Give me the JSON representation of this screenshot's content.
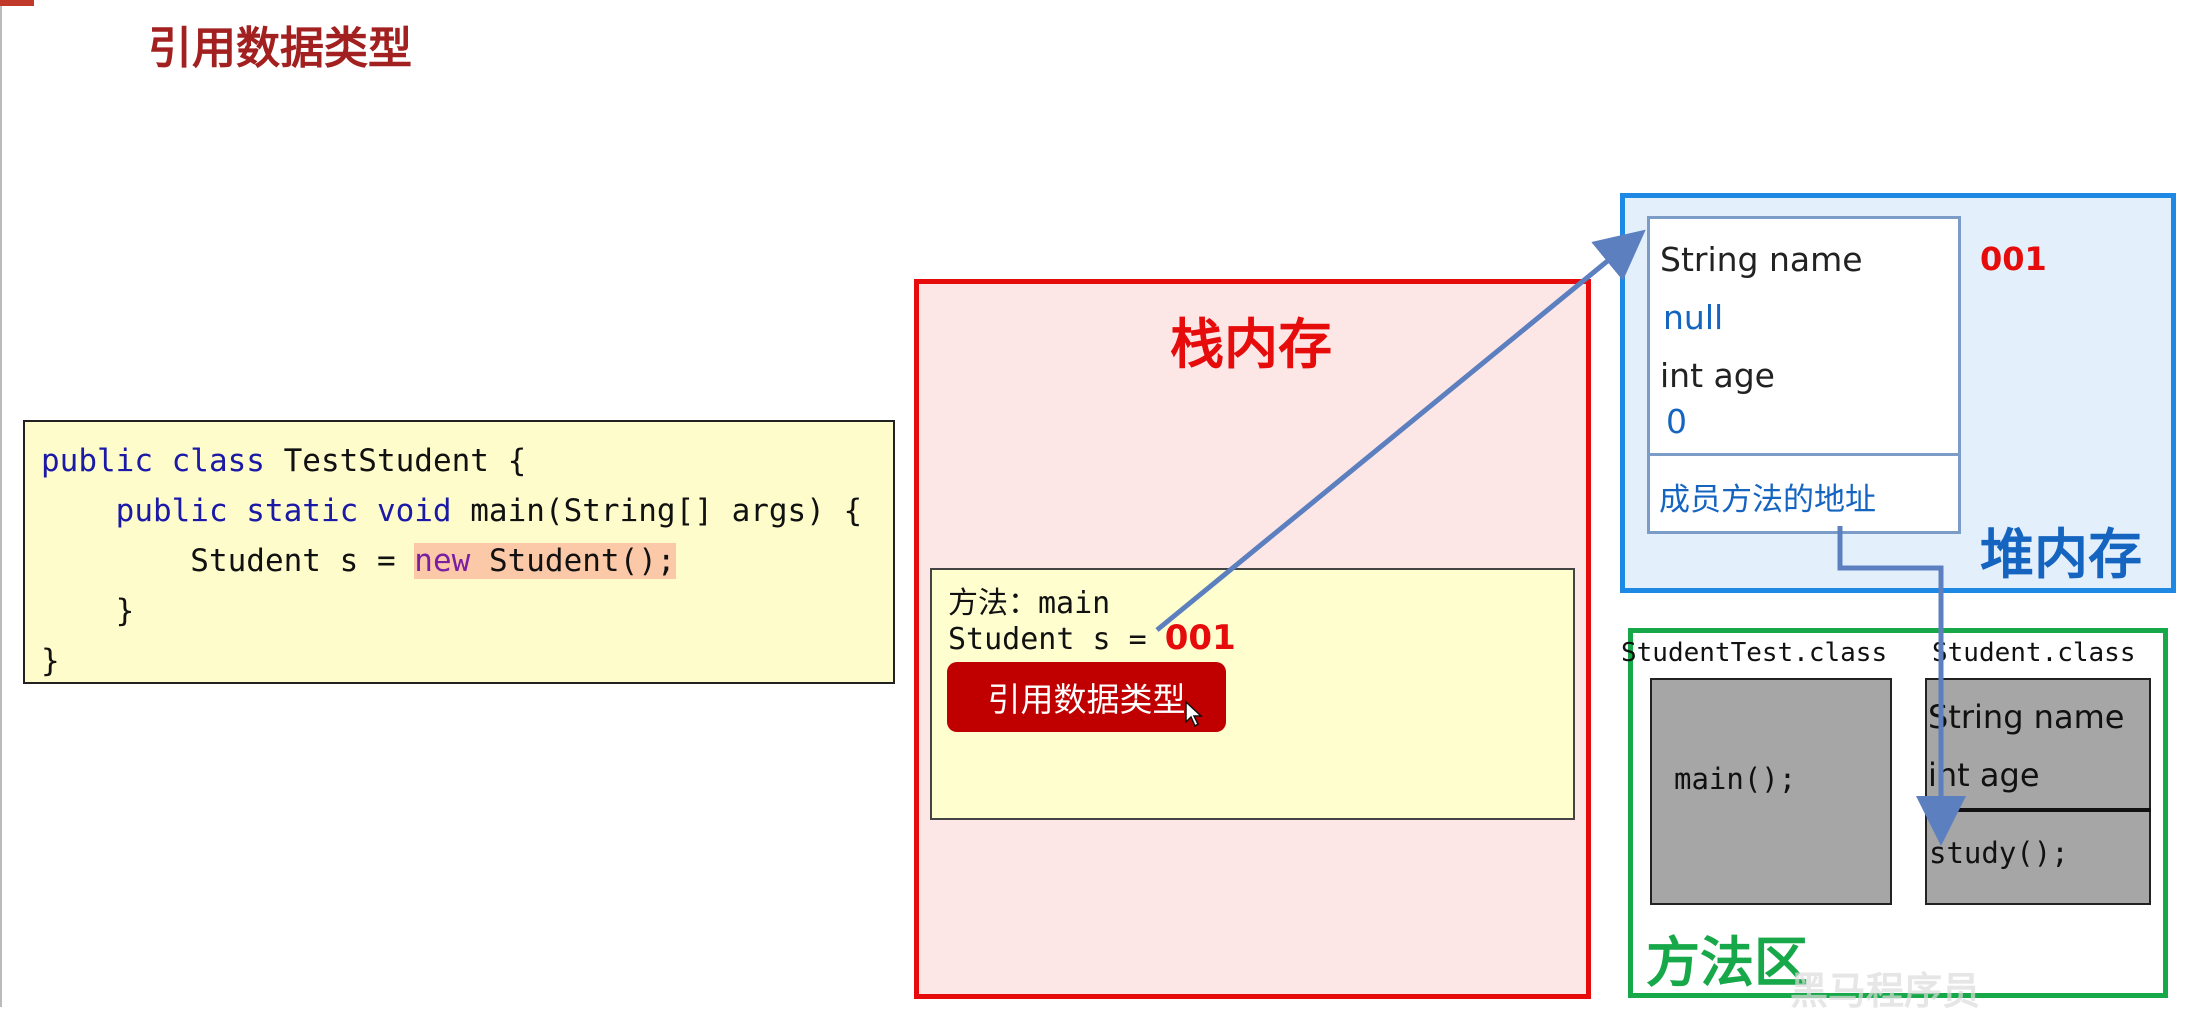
{
  "title": "引用数据类型",
  "code": {
    "lines": [
      {
        "pre": "",
        "kw": "public class",
        "post": " TestStudent {"
      },
      {
        "pre": "    ",
        "kw": "public static void",
        "post": " main(String[] args) {"
      },
      {
        "pre": "        Student s = ",
        "hl_kw": "new",
        "hl_rest": " Student();"
      },
      {
        "pre": "    }"
      },
      {
        "pre": "}"
      }
    ]
  },
  "stack": {
    "title": "栈内存",
    "frame": {
      "method_line": "方法：main",
      "var_line": "Student s = ",
      "var_value": "001",
      "badge": "引用数据类型"
    }
  },
  "heap": {
    "title": "堆内存",
    "object": {
      "address": "001",
      "field1_name": "String name",
      "field1_value": "null",
      "field2_name": "int age",
      "field2_value": "0",
      "method_addr": "成员方法的地址"
    }
  },
  "method_area": {
    "title": "方法区",
    "class1_label": "StudentTest.class",
    "class1_method": "main();",
    "class2_label": "Student.class",
    "class2_field1": "String name",
    "class2_field2": "int age",
    "class2_method": "study();"
  },
  "watermark": "黑马程序员",
  "colors": {
    "stack": "#e60c0c",
    "heap": "#1e88e5",
    "method_area": "#17a84a",
    "arrow": "#5b7fbf"
  }
}
